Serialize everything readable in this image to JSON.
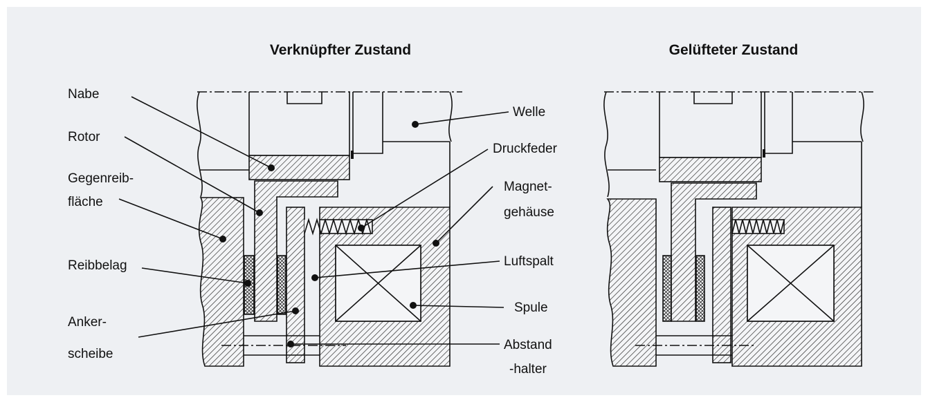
{
  "diagram": {
    "titles": {
      "engaged": "Verknüpfter Zustand",
      "released": "Gelüfteter Zustand"
    },
    "labels": {
      "nabe": "Nabe",
      "rotor": "Rotor",
      "gegenreib_1": "Gegenreib-",
      "gegenreib_2": "fläche",
      "reibbelag": "Reibbelag",
      "anker_1": "Anker-",
      "anker_2": "scheibe",
      "welle": "Welle",
      "druckfeder": "Druckfeder",
      "magnet_1": "Magnet-",
      "magnet_2": "gehäuse",
      "luftspalt": "Luftspalt",
      "spule": "Spule",
      "abstand_1": "Abstand",
      "abstand_2": "-halter"
    }
  },
  "colors": {
    "background": "#eef0f3",
    "ink": "#111111"
  }
}
